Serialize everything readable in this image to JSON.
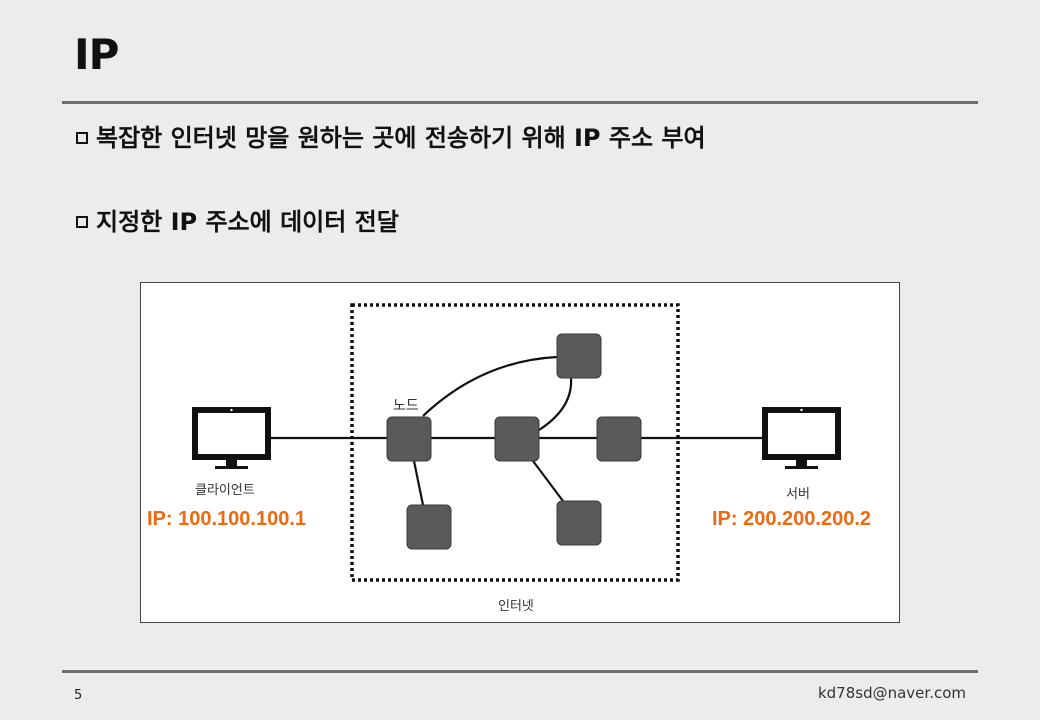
{
  "slide": {
    "title": "IP",
    "bullets": [
      "복잡한 인터넷 망을 원하는 곳에 전송하기 위해 IP 주소 부여",
      "지정한 IP 주소에 데이터 전달"
    ]
  },
  "diagram": {
    "node_label": "노드",
    "client": {
      "name": "클라이언트",
      "ip": "IP: 100.100.100.1"
    },
    "server": {
      "name": "서버",
      "ip": "IP: 200.200.200.2"
    },
    "network_label": "인터넷",
    "colors": {
      "ip_text": "#ee6a10",
      "node_fill": "#5a5a5a",
      "monitor": "#111111"
    }
  },
  "footer": {
    "page_number": "5",
    "email": "kd78sd@naver.com"
  }
}
